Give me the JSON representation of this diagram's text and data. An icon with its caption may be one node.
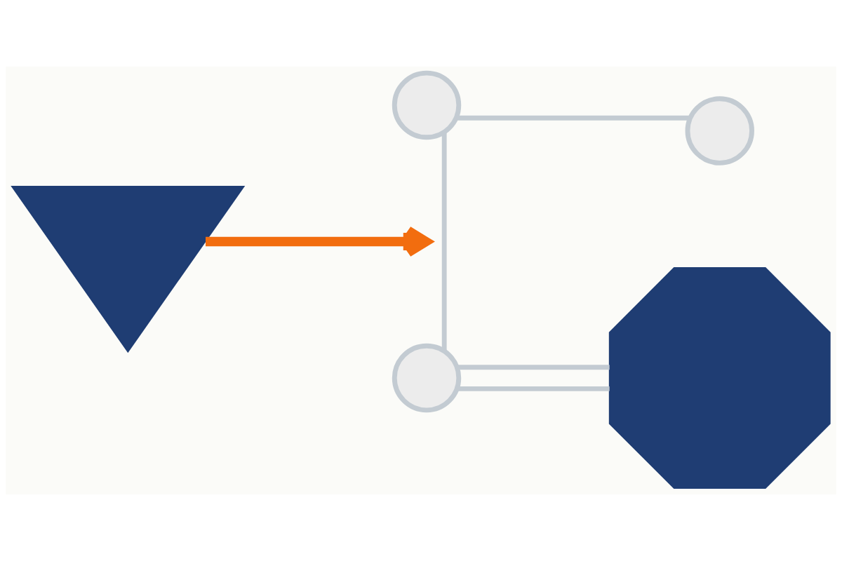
{
  "diagram": {
    "nodes": [
      {
        "text": [],
        "shape": "picture"
      },
      {
        "text": [],
        "shape": "circle"
      },
      {
        "text": [],
        "shape": "circle"
      },
      {
        "text": [],
        "shape": "circle"
      },
      {
        "text": [],
        "shape": "picture"
      }
    ],
    "edges": [
      {
        "from": 0,
        "to": null,
        "arrow": "to",
        "style": "thick",
        "color": "#f26d0f"
      },
      {
        "from": 1,
        "to": 2,
        "arrow": "none"
      },
      {
        "from": 2,
        "to": 3,
        "arrow": "none"
      },
      {
        "from": 3,
        "to": 4,
        "arrow": "none"
      },
      {
        "from": 3,
        "to": 4,
        "arrow": "none"
      }
    ]
  }
}
